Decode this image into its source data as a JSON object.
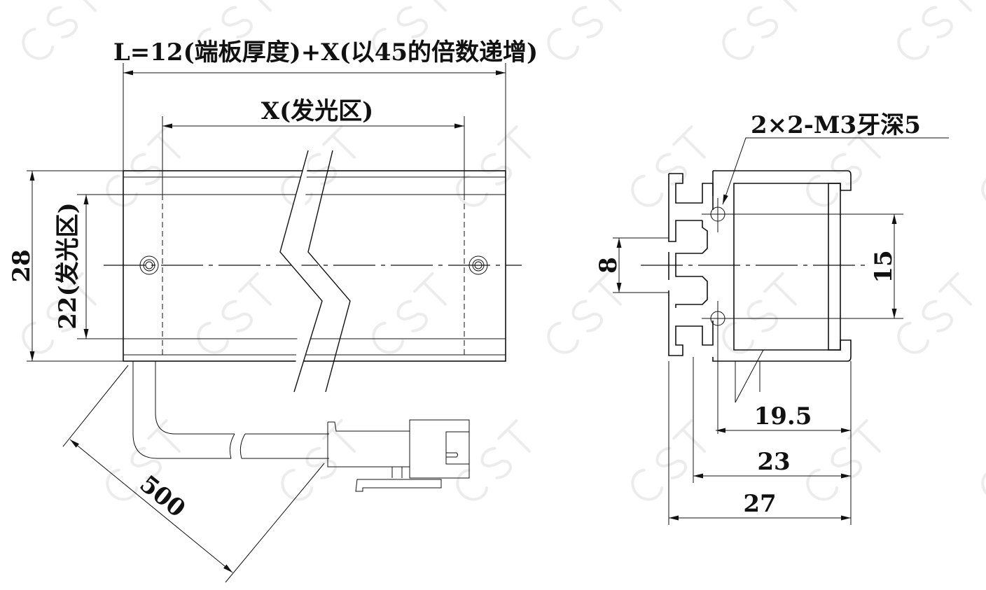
{
  "watermark": "CST",
  "front_view": {
    "length_label": "L=12(端板厚度)+X(以45的倍数递增)",
    "emitting_length_label": "X(发光区)",
    "height_label": "28",
    "emitting_height_label": "22(发光区)",
    "cable_length_label": "500"
  },
  "side_view": {
    "thread_label": "2×2-M3牙深5",
    "slot_label": "8",
    "hole_spacing_label": "15",
    "depth_labels": [
      "19.5",
      "23",
      "27"
    ]
  }
}
